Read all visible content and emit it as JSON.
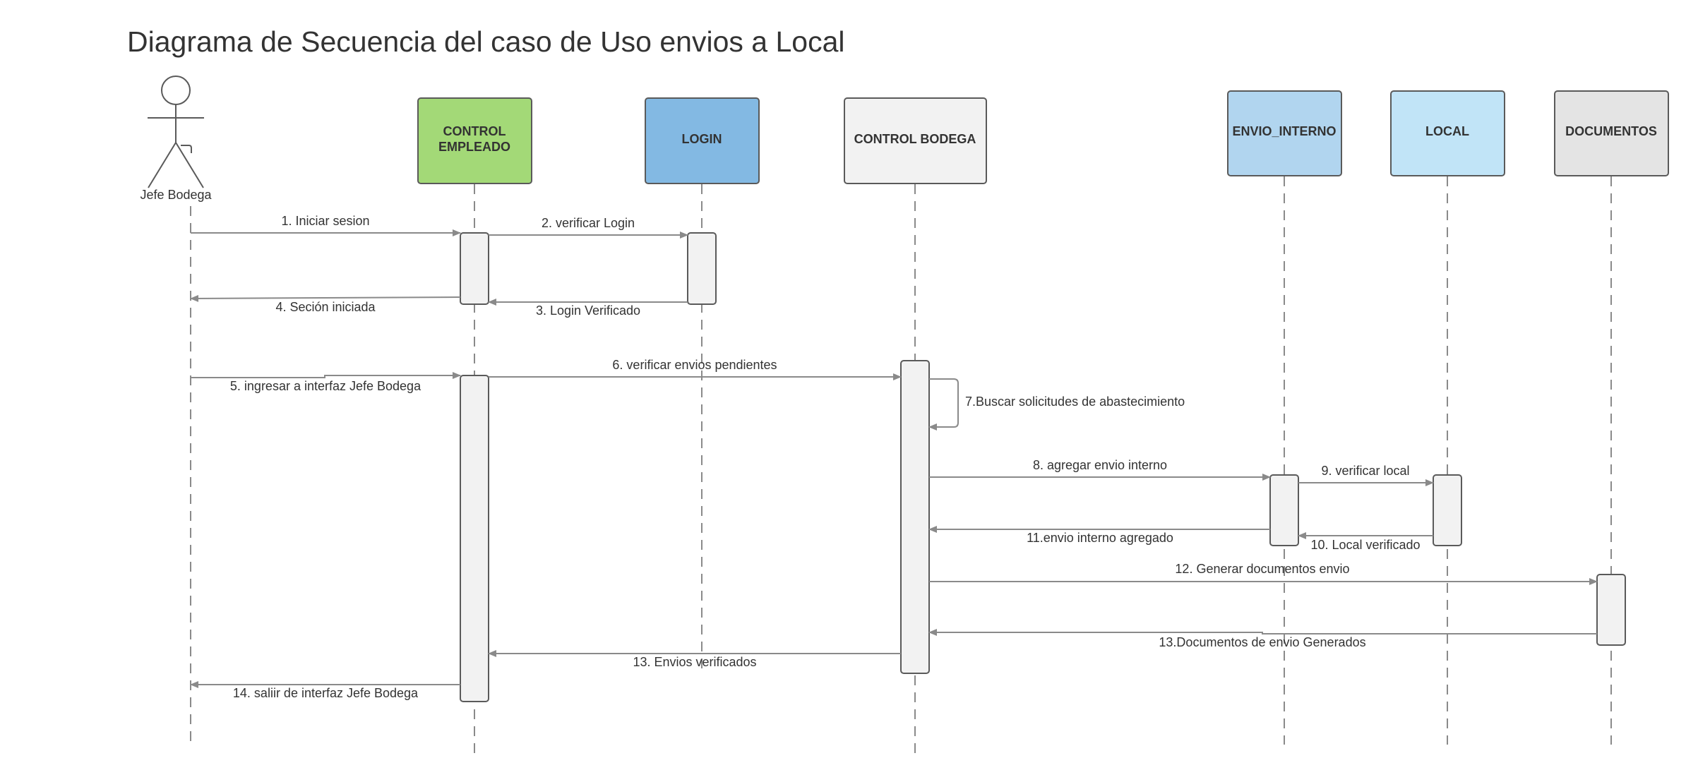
{
  "title": "Diagrama de Secuencia del caso de Uso envios a Local",
  "actor": {
    "name": "Jefe Bodega"
  },
  "participants": [
    {
      "id": "control_empleado",
      "lines": [
        "CONTROL",
        "EMPLEADO"
      ],
      "color": "#a3d977"
    },
    {
      "id": "login",
      "lines": [
        "LOGIN"
      ],
      "color": "#83b9e3"
    },
    {
      "id": "control_bodega",
      "lines": [
        "CONTROL BODEGA"
      ],
      "color": "#f2f2f2"
    },
    {
      "id": "envio_interno",
      "lines": [
        "ENVIO_INTERNO"
      ],
      "color": "#b1d5ef"
    },
    {
      "id": "local",
      "lines": [
        "LOCAL"
      ],
      "color": "#c1e4f7"
    },
    {
      "id": "documentos",
      "lines": [
        "DOCUMENTOS"
      ],
      "color": "#e4e4e4"
    }
  ],
  "messages": [
    {
      "label": "1. Iniciar sesion",
      "from": "actor",
      "to": "control_empleado"
    },
    {
      "label": "2. verificar Login",
      "from": "control_empleado",
      "to": "login"
    },
    {
      "label": "3. Login Verificado",
      "from": "login",
      "to": "control_empleado"
    },
    {
      "label": "4. Seción iniciada",
      "from": "control_empleado",
      "to": "actor"
    },
    {
      "label": "5. ingresar a interfaz Jefe Bodega",
      "from": "actor",
      "to": "control_empleado"
    },
    {
      "label": "6. verificar envios pendientes",
      "from": "control_empleado",
      "to": "control_bodega"
    },
    {
      "label": "7.Buscar solicitudes de abastecimiento",
      "from": "control_bodega",
      "to": "control_bodega"
    },
    {
      "label": "8. agregar envio interno",
      "from": "control_bodega",
      "to": "envio_interno"
    },
    {
      "label": "9. verificar local",
      "from": "envio_interno",
      "to": "local"
    },
    {
      "label": "10. Local verificado",
      "from": "local",
      "to": "envio_interno"
    },
    {
      "label": "11.envio interno agregado",
      "from": "envio_interno",
      "to": "control_bodega"
    },
    {
      "label": "12. Generar documentos envio",
      "from": "control_bodega",
      "to": "documentos"
    },
    {
      "label": "13.Documentos de envio Generados",
      "from": "documentos",
      "to": "control_bodega"
    },
    {
      "label": "13. Envios verificados",
      "from": "control_bodega",
      "to": "control_empleado"
    },
    {
      "label": "14. saliir de interfaz Jefe Bodega",
      "from": "control_empleado",
      "to": "actor"
    }
  ]
}
